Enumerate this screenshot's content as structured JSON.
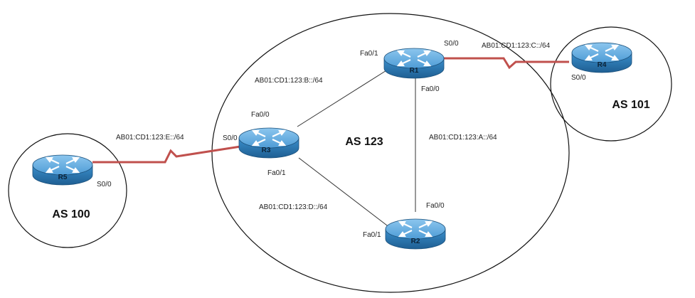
{
  "autonomous_systems": [
    {
      "id": "as123",
      "label": "AS 123"
    },
    {
      "id": "as101",
      "label": "AS 101"
    },
    {
      "id": "as100",
      "label": "AS 100"
    }
  ],
  "routers": [
    {
      "id": "r1",
      "name": "R1"
    },
    {
      "id": "r2",
      "name": "R2"
    },
    {
      "id": "r3",
      "name": "R3"
    },
    {
      "id": "r4",
      "name": "R4"
    },
    {
      "id": "r5",
      "name": "R5"
    }
  ],
  "links": [
    {
      "id": "r1-r4",
      "type": "serial",
      "subnet": "AB01:CD1:123:C::/64",
      "a_if": "S0/0",
      "b_if": "S0/0",
      "color": "#c0504d"
    },
    {
      "id": "r1-r3",
      "type": "ethernet",
      "subnet": "AB01:CD1:123:B::/64",
      "a_if": "Fa0/1",
      "b_if": "Fa0/0",
      "color": "#333333"
    },
    {
      "id": "r1-r2",
      "type": "ethernet",
      "subnet": "AB01:CD1:123:A::/64",
      "a_if": "Fa0/0",
      "b_if": "Fa0/0",
      "color": "#333333"
    },
    {
      "id": "r3-r2",
      "type": "ethernet",
      "subnet": "AB01:CD1:123:D::/64",
      "a_if": "Fa0/1",
      "b_if": "Fa0/1",
      "color": "#333333"
    },
    {
      "id": "r5-r3",
      "type": "serial",
      "subnet": "AB01:CD1:123:E::/64",
      "a_if": "S0/0",
      "b_if": "S0/0",
      "color": "#c0504d"
    }
  ],
  "colors": {
    "router_top": "#5aa6da",
    "router_side": "#2f7bb5",
    "router_dark": "#1f5f93",
    "serial_link": "#c0504d"
  }
}
